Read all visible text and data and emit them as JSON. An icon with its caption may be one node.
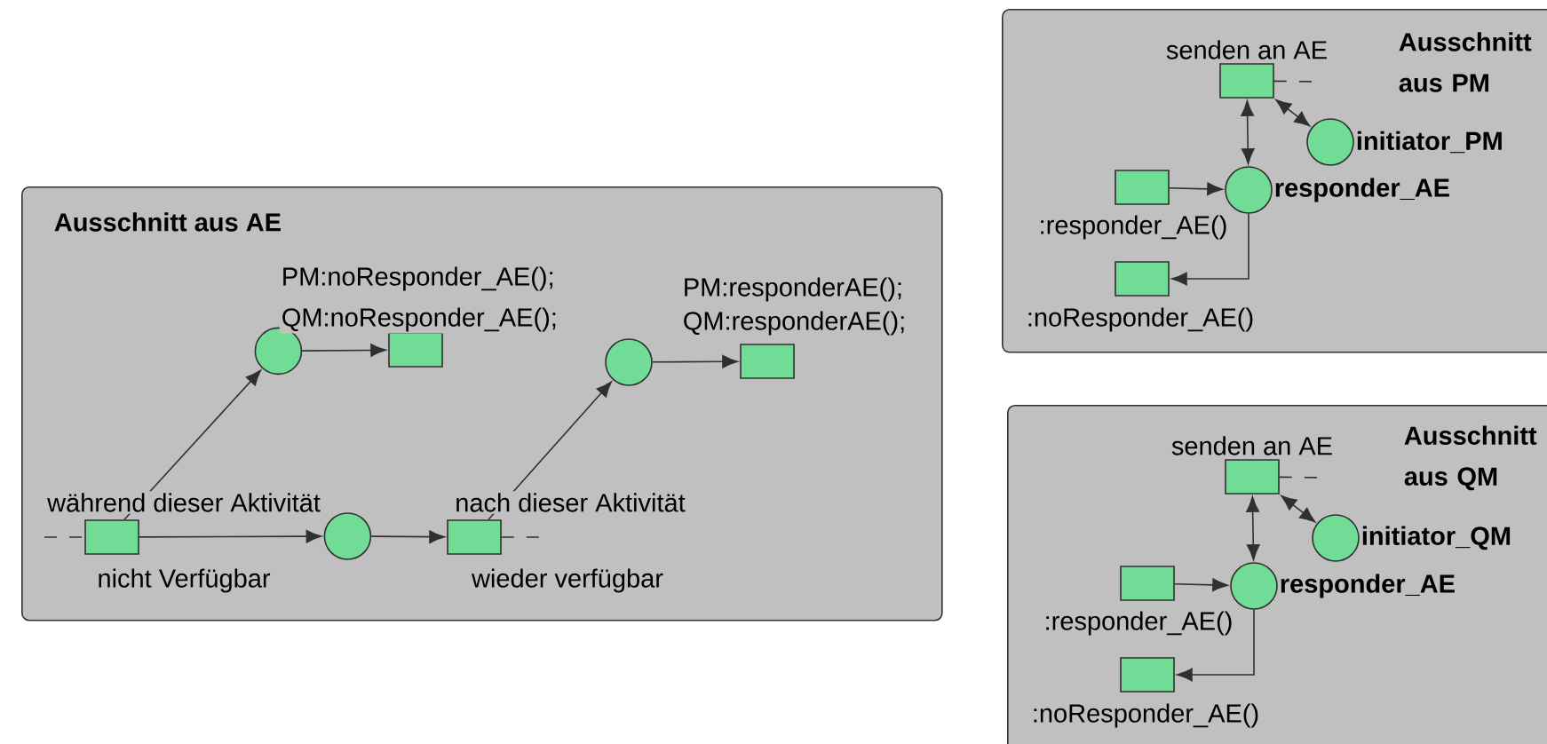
{
  "diagram": {
    "nodes": [
      {
        "text": [
          "Ausschnitt aus AE"
        ]
      },
      {
        "text": [],
        "shape": "box",
        "in": 0,
        "beside": [
          "während dieser Aktivität",
          "nicht Verfügbar"
        ]
      },
      {
        "text": [],
        "shape": "circle",
        "in": 0
      },
      {
        "text": [],
        "shape": "box",
        "in": 0,
        "beside": [
          "PM:noResponder_AE();",
          "QM:noResponder_AE();"
        ]
      },
      {
        "text": [],
        "shape": "circle",
        "in": 0
      },
      {
        "text": [],
        "shape": "box",
        "in": 0,
        "beside": [
          "nach dieser Aktivität",
          "wieder verfügbar"
        ]
      },
      {
        "text": [],
        "shape": "circle",
        "in": 0
      },
      {
        "text": [],
        "shape": "box",
        "in": 0,
        "beside": [
          "PM:responderAE();",
          "QM:responderAE();"
        ]
      },
      {
        "text": [
          "Ausschnitt aus PM"
        ]
      },
      {
        "text": [],
        "shape": "box",
        "in": 8,
        "beside": [
          "senden an AE"
        ]
      },
      {
        "text": [
          "initiator_PM"
        ],
        "in": 8
      },
      {
        "text": [
          "responder_AE"
        ],
        "in": 8
      },
      {
        "text": [],
        "shape": "box",
        "in": 8,
        "beside": [
          ":responder_AE()"
        ]
      },
      {
        "text": [],
        "shape": "box",
        "in": 8,
        "beside": [
          ":noResponder_AE()"
        ]
      },
      {
        "text": [
          "Ausschnitt aus QM"
        ]
      },
      {
        "text": [],
        "shape": "box",
        "in": 14,
        "beside": [
          "senden an AE"
        ]
      },
      {
        "text": [
          "initiator_QM"
        ],
        "in": 14
      },
      {
        "text": [
          "responder_AE"
        ],
        "in": 14
      },
      {
        "text": [],
        "shape": "box",
        "in": 14,
        "beside": [
          ":responder_AE()"
        ]
      },
      {
        "text": [],
        "shape": "box",
        "in": 14,
        "beside": [
          ":noResponder_AE()"
        ]
      }
    ],
    "edges": [
      {
        "from": null,
        "to": 1,
        "arrow": "none",
        "style": "dashed"
      },
      {
        "from": 1,
        "to": 2,
        "arrow": "to"
      },
      {
        "from": 2,
        "to": 3,
        "arrow": "to"
      },
      {
        "from": 1,
        "to": 4,
        "arrow": "to"
      },
      {
        "from": 4,
        "to": 5,
        "arrow": "to"
      },
      {
        "from": 5,
        "to": null,
        "arrow": "none",
        "style": "dashed"
      },
      {
        "from": 5,
        "to": 6,
        "arrow": "to"
      },
      {
        "from": 6,
        "to": 7,
        "arrow": "to"
      },
      {
        "from": 9,
        "to": null,
        "arrow": "none",
        "style": "dashed"
      },
      {
        "from": 9,
        "to": 11,
        "arrow": "both"
      },
      {
        "from": 9,
        "to": 10,
        "arrow": "both"
      },
      {
        "from": 12,
        "to": 11,
        "arrow": "to"
      },
      {
        "from": 11,
        "to": 13,
        "arrow": "to"
      },
      {
        "from": 15,
        "to": null,
        "arrow": "none",
        "style": "dashed"
      },
      {
        "from": 15,
        "to": 17,
        "arrow": "both"
      },
      {
        "from": 15,
        "to": 16,
        "arrow": "both"
      },
      {
        "from": 18,
        "to": 17,
        "arrow": "to"
      },
      {
        "from": 17,
        "to": 19,
        "arrow": "to"
      }
    ]
  }
}
